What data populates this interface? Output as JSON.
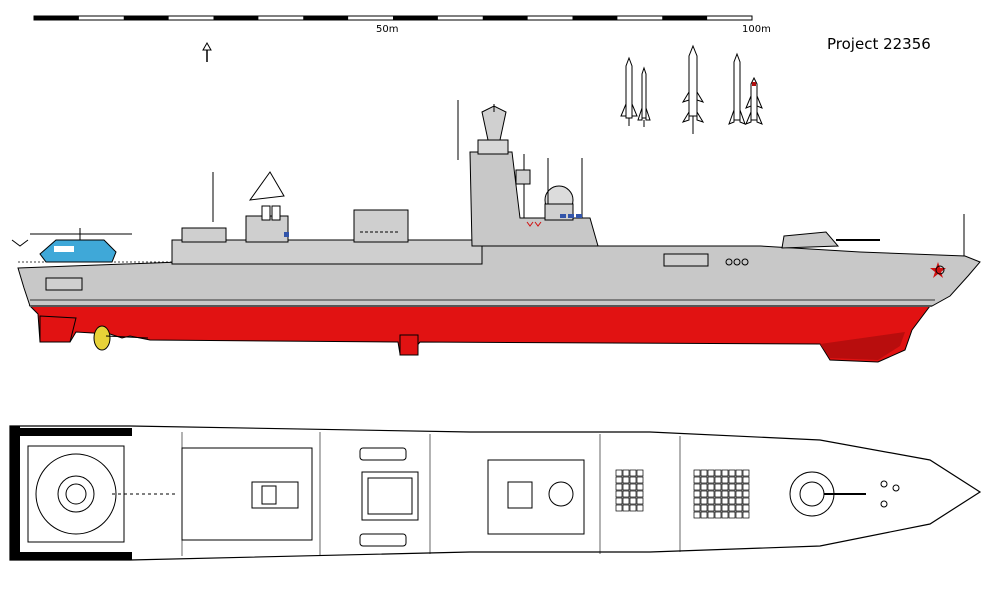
{
  "title": "Project 22356",
  "scale": {
    "ticks": [
      "50m",
      "100m"
    ],
    "segments": 16
  },
  "colors": {
    "hull": "#c8c8c8",
    "hull_shadow": "#a8a8a8",
    "underwater": "#e11212",
    "underwater_dark": "#b80d0d",
    "outline": "#000000",
    "window": "#3355aa",
    "helicopter": "#3fa8d8",
    "propeller": "#e8d238"
  },
  "missiles_count": 5
}
